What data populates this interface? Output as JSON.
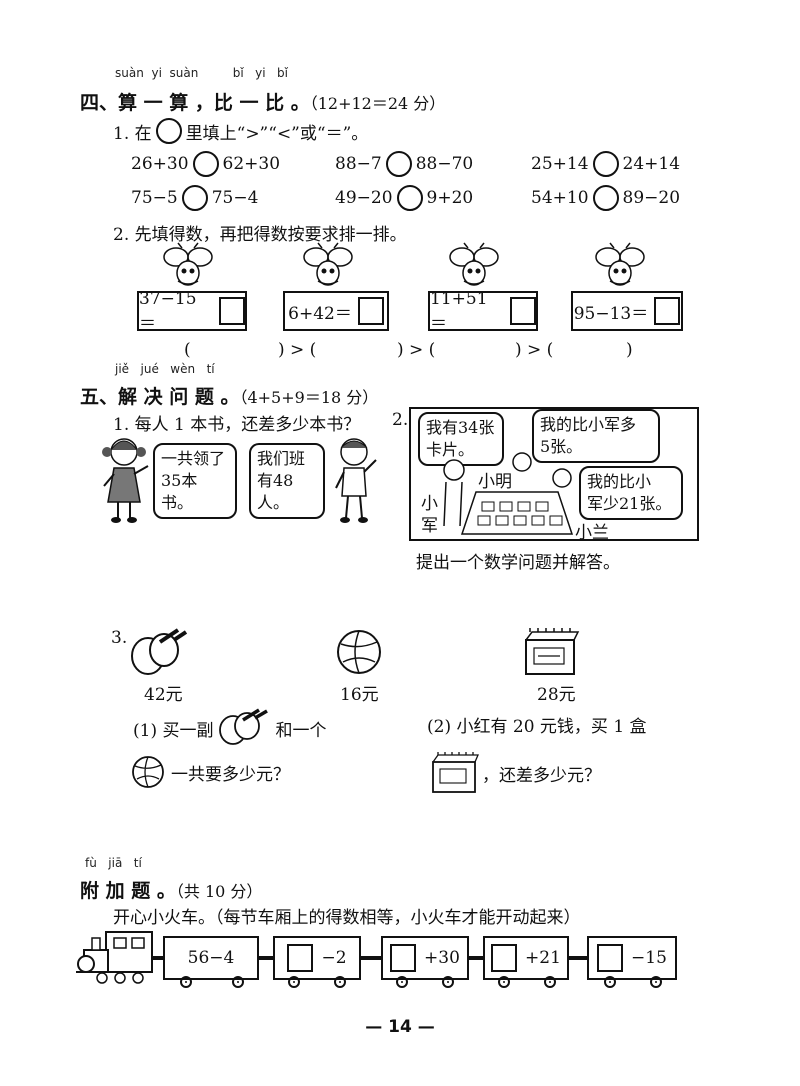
{
  "section4": {
    "pinyin": [
      "suàn",
      "yi",
      "suàn",
      "bǐ",
      "yi",
      "bǐ"
    ],
    "title": "四、算 一 算 ，比 一 比 。",
    "score": "（12+12＝24 分）",
    "q1": {
      "prefix": "1. 在",
      "suffix": "里填上“>”“<”或“＝”。",
      "rows": [
        [
          [
            "26+30",
            "62+30"
          ],
          [
            "88−7",
            "88−70"
          ],
          [
            "25+14",
            "24+14"
          ]
        ],
        [
          [
            "75−5",
            "75−4"
          ],
          [
            "49−20",
            "9+20"
          ],
          [
            "54+10",
            "89−20"
          ]
        ]
      ]
    },
    "q2": {
      "label": "2. 先填得数，再把得数按要求排一排。",
      "equations": [
        "37−15＝",
        "6+42＝",
        "11+51＝",
        "95−13＝"
      ],
      "order_row": [
        "(",
        ") > (",
        ") > (",
        ") > (",
        ")"
      ]
    }
  },
  "section5": {
    "pinyin": [
      "jiě",
      "jué",
      "wèn",
      "tí"
    ],
    "title": "五、解 决 问 题 。",
    "score": "（4+5+9＝18 分）",
    "q1": {
      "label": "1. 每人 1 本书，还差多少本书？",
      "bubble_girl": [
        "一共领了",
        "35本书。"
      ],
      "bubble_boy": [
        "我们班",
        "有48人。"
      ]
    },
    "q2": {
      "number": "2.",
      "bubble_1": [
        "我有34张",
        "卡片。"
      ],
      "bubble_2": [
        "我的比小军多",
        "5张。"
      ],
      "bubble_3": [
        "我的比小",
        "军少21张。"
      ],
      "name_ming": "小明",
      "name_jun": [
        "小",
        "军"
      ],
      "name_lan": "小兰",
      "prompt": "提出一个数学问题并解答。"
    },
    "q3": {
      "number": "3.",
      "prices": [
        "42元",
        "16元",
        "28元"
      ],
      "sub1_a": "(1) 买一副",
      "sub1_b": "和一个",
      "sub1_c": "一共要多少元？",
      "sub2_a": "(2) 小红有 20 元钱，买 1 盒",
      "sub2_b": "，还差多少元？"
    }
  },
  "bonus": {
    "pinyin": [
      "fù",
      "jiā",
      "tí"
    ],
    "title": "附 加 题 。",
    "score": "（共 10 分）",
    "desc": "开心小火车。（每节车厢上的得数相等，小火车才能开动起来）",
    "cars": [
      "56−4",
      "−2",
      "+30",
      "+21",
      "−15"
    ]
  },
  "page_number": "— 14 —"
}
